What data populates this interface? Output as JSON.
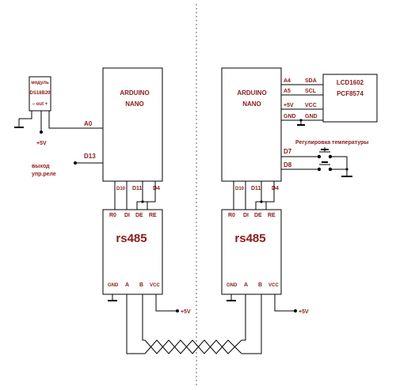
{
  "sensor": {
    "title": "модуль",
    "part": "DS18B20",
    "pins": "– out +"
  },
  "power_label": "+5V",
  "relay_label": "выход\nупр.реле",
  "arduino_left": {
    "title": "ARDUINO",
    "subtitle": "NANO",
    "pin_a0": "A0",
    "pin_d13": "D13",
    "pin_d10": "D10",
    "pin_d11": "D11",
    "pin_d4": "D4"
  },
  "arduino_right": {
    "title": "ARDUINO",
    "subtitle": "NANO",
    "pin_a4": "A4",
    "pin_a5": "A5",
    "pin_5v": "+5V",
    "pin_gnd": "GND",
    "pin_d7": "D7",
    "pin_d8": "D8",
    "pin_d10": "D10",
    "pin_d11": "D11",
    "pin_d4": "D4"
  },
  "lcd": {
    "title": "LCD1602",
    "subtitle": "PCF8574",
    "sda": "SDA",
    "scl": "SCL",
    "vcc": "VCC",
    "gnd": "GND"
  },
  "temp_adjust_label": "Регулировка температуры",
  "rs485_left": {
    "title": "rs485",
    "ro": "R0",
    "di": "DI",
    "de": "DE",
    "re": "RE",
    "gnd": "GND",
    "a": "A",
    "b": "B",
    "vcc": "VCC"
  },
  "rs485_right": {
    "title": "rs485",
    "ro": "R0",
    "di": "DI",
    "de": "DE",
    "re": "RE",
    "gnd": "GND",
    "a": "A",
    "b": "B",
    "vcc": "VCC"
  },
  "power_left": "+5V",
  "power_right": "+5V"
}
